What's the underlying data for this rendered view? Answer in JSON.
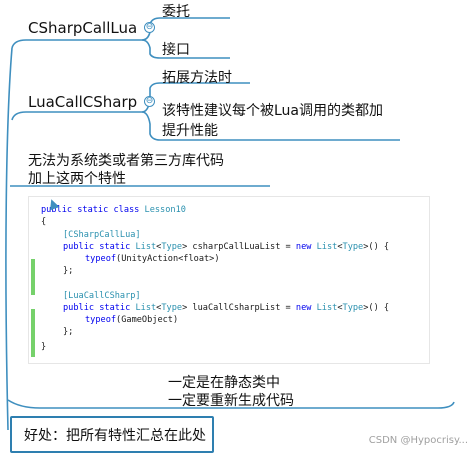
{
  "mindmap": {
    "csharp_call_lua": {
      "title": "CSharpCallLua",
      "children": [
        "委托",
        "接口"
      ]
    },
    "lua_call_csharp": {
      "title": "LuaCallCSharp",
      "children": [
        "拓展方法时",
        "该特性建议每个被Lua调用的类都加",
        "提升性能"
      ]
    },
    "note": [
      "无法为系统类或者第三方库代码",
      "加上这两个特性"
    ],
    "static_class_notes": [
      "一定是在静态类中",
      "一定要重新生成代码"
    ],
    "benefit": "好处：把所有特性汇总在此处",
    "toggle_symbol": "⊖"
  },
  "code": {
    "line1": {
      "kw1": "public",
      "kw2": "static",
      "kw3": "class",
      "name": "Lesson10"
    },
    "open_brace": "{",
    "attr1": "[CSharpCallLua]",
    "line4": {
      "kw1": "public",
      "kw2": "static",
      "type1": "List",
      "lt": "<",
      "type2": "Type",
      "gt": ">",
      "name": " csharpCallLuaList = ",
      "kw3": "new",
      "type3": "List",
      "lt2": "<",
      "type4": "Type",
      "rest": ">() {"
    },
    "line5": {
      "kw": "typeof",
      "rest": "(UnityAction<float>)"
    },
    "close1": "};",
    "attr2": "[LuaCallCSharp]",
    "line8": {
      "kw1": "public",
      "kw2": "static",
      "type1": "List",
      "lt": "<",
      "type2": "Type",
      "gt": ">",
      "name": " luaCallCsharpList = ",
      "kw3": "new",
      "type3": "List",
      "lt2": "<",
      "type4": "Type",
      "rest": ">() {"
    },
    "line9": {
      "kw": "typeof",
      "rest": "(GameObject)"
    },
    "close2": "};",
    "close3": "}"
  },
  "watermark": "CSDN @Hypocrisy...",
  "colors": {
    "branch": "#3f8fbf",
    "green_bar": "#76d16b",
    "keyword": "#0000ee",
    "type": "#2b91af"
  }
}
